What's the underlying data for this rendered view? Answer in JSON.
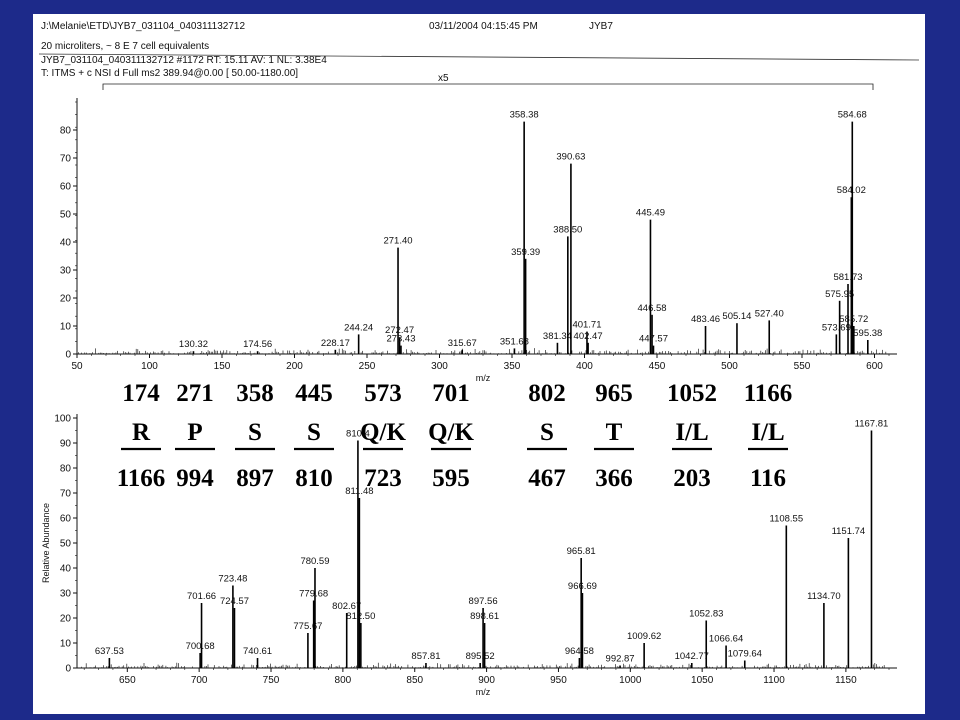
{
  "header": {
    "line1_path": "J:\\Melanie\\ETD\\JYB7_031104_040311132712",
    "line1_date": "03/11/2004 04:15:45 PM",
    "line1_id": "JYB7",
    "line2": "20 microliters, ~ 8 E 7 cell equivalents",
    "line3": "JYB7_031104_040311132712 #1172   RT: 15.11   AV: 1   NL: 3.38E4",
    "line4": "T: ITMS + c NSI d Full ms2 389.94@0.00 [ 50.00-1180.00]"
  },
  "sequence": {
    "top_row": [
      "174",
      "271",
      "358",
      "445",
      "573",
      "701",
      "802",
      "965",
      "1052",
      "1166"
    ],
    "residues": [
      "R",
      "P",
      "S",
      "S",
      "Q/K",
      "Q/K",
      "S",
      "T",
      "I/L",
      "I/L"
    ],
    "bottom_row": [
      "1166",
      "994",
      "897",
      "810",
      "723",
      "595",
      "467",
      "366",
      "203",
      "116"
    ]
  },
  "chart_data": [
    {
      "type": "bar",
      "zoom_label": "x5",
      "xlabel": "m/z",
      "ylabel": "",
      "xlim": [
        50,
        610
      ],
      "ylim": [
        0,
        90
      ],
      "x_ticks": [
        "50",
        "100",
        "150",
        "200",
        "250",
        "300",
        "350",
        "400",
        "450",
        "500",
        "550",
        "600"
      ],
      "y_ticks": [
        "0",
        "10",
        "20",
        "30",
        "40",
        "50",
        "60",
        "70",
        "80"
      ],
      "peaks": [
        {
          "mz": 130.32,
          "value": 1,
          "label": "130.32"
        },
        {
          "mz": 174.56,
          "value": 1,
          "label": "174.56"
        },
        {
          "mz": 228.17,
          "value": 1.5,
          "label": "228.17"
        },
        {
          "mz": 244.24,
          "value": 7,
          "label": "244.24"
        },
        {
          "mz": 271.4,
          "value": 38,
          "label": "271.40"
        },
        {
          "mz": 272.47,
          "value": 6,
          "label": "272.47"
        },
        {
          "mz": 273.43,
          "value": 3,
          "label": "273.43"
        },
        {
          "mz": 315.67,
          "value": 1.5,
          "label": "315.67"
        },
        {
          "mz": 351.68,
          "value": 2,
          "label": "351.68"
        },
        {
          "mz": 358.38,
          "value": 83,
          "label": "358.38"
        },
        {
          "mz": 359.39,
          "value": 34,
          "label": "359.39"
        },
        {
          "mz": 381.34,
          "value": 4,
          "label": "381.34"
        },
        {
          "mz": 388.5,
          "value": 42,
          "label": "388.50"
        },
        {
          "mz": 390.63,
          "value": 68,
          "label": "390.63"
        },
        {
          "mz": 401.71,
          "value": 8,
          "label": "401.71"
        },
        {
          "mz": 402.47,
          "value": 4,
          "label": "402.47"
        },
        {
          "mz": 445.49,
          "value": 48,
          "label": "445.49"
        },
        {
          "mz": 446.58,
          "value": 14,
          "label": "446.58"
        },
        {
          "mz": 447.57,
          "value": 3,
          "label": "447.57"
        },
        {
          "mz": 483.46,
          "value": 10,
          "label": "483.46"
        },
        {
          "mz": 505.14,
          "value": 11,
          "label": "505.14"
        },
        {
          "mz": 527.4,
          "value": 12,
          "label": "527.40"
        },
        {
          "mz": 573.69,
          "value": 7,
          "label": "573.69"
        },
        {
          "mz": 575.95,
          "value": 19,
          "label": "575.95"
        },
        {
          "mz": 581.73,
          "value": 25,
          "label": "581.73"
        },
        {
          "mz": 584.02,
          "value": 56,
          "label": "584.02"
        },
        {
          "mz": 584.68,
          "value": 83,
          "label": "584.68"
        },
        {
          "mz": 585.72,
          "value": 10,
          "label": "585.72"
        },
        {
          "mz": 595.38,
          "value": 5,
          "label": "595.38"
        }
      ]
    },
    {
      "type": "bar",
      "xlabel": "m/z",
      "ylabel": "Relative Abundance",
      "xlim": [
        615,
        1180
      ],
      "ylim": [
        0,
        100
      ],
      "x_ticks": [
        "650",
        "700",
        "750",
        "800",
        "850",
        "900",
        "950",
        "1000",
        "1050",
        "1100",
        "1150"
      ],
      "y_ticks": [
        "0",
        "10",
        "20",
        "30",
        "40",
        "50",
        "60",
        "70",
        "80",
        "90",
        "100"
      ],
      "peaks": [
        {
          "mz": 637.53,
          "value": 4,
          "label": "637.53"
        },
        {
          "mz": 700.68,
          "value": 6,
          "label": "700.68"
        },
        {
          "mz": 701.66,
          "value": 26,
          "label": "701.66"
        },
        {
          "mz": 723.48,
          "value": 33,
          "label": "723.48"
        },
        {
          "mz": 724.57,
          "value": 24,
          "label": "724.57"
        },
        {
          "mz": 740.61,
          "value": 4,
          "label": "740.61"
        },
        {
          "mz": 775.67,
          "value": 14,
          "label": "775.67"
        },
        {
          "mz": 779.68,
          "value": 27,
          "label": "779.68"
        },
        {
          "mz": 780.59,
          "value": 40,
          "label": "780.59"
        },
        {
          "mz": 802.67,
          "value": 22,
          "label": "802.67"
        },
        {
          "mz": 810.47,
          "value": 91,
          "label": "810.4"
        },
        {
          "mz": 811.48,
          "value": 68,
          "label": "811.48"
        },
        {
          "mz": 812.5,
          "value": 18,
          "label": "812.50"
        },
        {
          "mz": 857.81,
          "value": 2,
          "label": "857.81"
        },
        {
          "mz": 895.52,
          "value": 2,
          "label": "895.52"
        },
        {
          "mz": 897.56,
          "value": 24,
          "label": "897.56"
        },
        {
          "mz": 898.61,
          "value": 18,
          "label": "898.61"
        },
        {
          "mz": 964.58,
          "value": 4,
          "label": "964.58"
        },
        {
          "mz": 965.81,
          "value": 44,
          "label": "965.81"
        },
        {
          "mz": 966.69,
          "value": 30,
          "label": "966.69"
        },
        {
          "mz": 992.87,
          "value": 1,
          "label": "992.87"
        },
        {
          "mz": 1009.62,
          "value": 10,
          "label": "1009.62"
        },
        {
          "mz": 1042.77,
          "value": 2,
          "label": "1042.77"
        },
        {
          "mz": 1052.83,
          "value": 19,
          "label": "1052.83"
        },
        {
          "mz": 1066.64,
          "value": 9,
          "label": "1066.64"
        },
        {
          "mz": 1079.64,
          "value": 3,
          "label": "1079.64"
        },
        {
          "mz": 1108.55,
          "value": 57,
          "label": "1108.55"
        },
        {
          "mz": 1134.7,
          "value": 26,
          "label": "1134.70"
        },
        {
          "mz": 1151.74,
          "value": 52,
          "label": "1151.74"
        },
        {
          "mz": 1167.81,
          "value": 95,
          "label": "1167.81"
        }
      ]
    }
  ]
}
